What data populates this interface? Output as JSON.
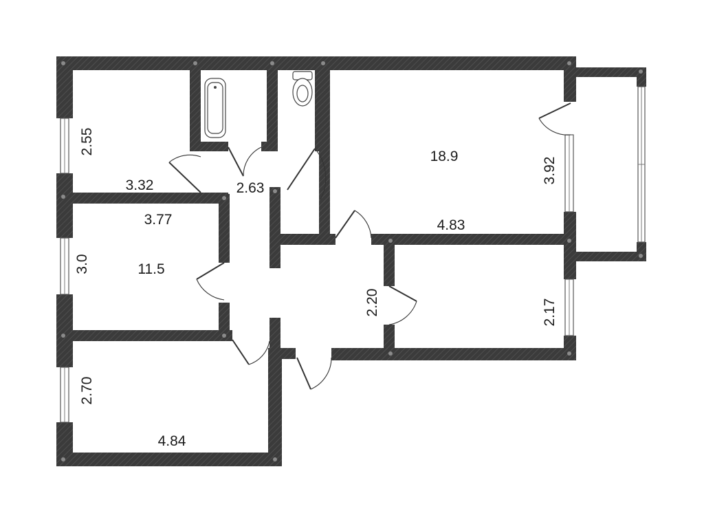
{
  "labels": {
    "room_top_left_height": "2.55",
    "room_top_left_width": "3.32",
    "hall_width": "2.63",
    "room_mid_left_width": "3.77",
    "room_mid_left_height": "3.0",
    "room_mid_left_area": "11.5",
    "room_bottom_left_height": "2.70",
    "room_bottom_left_width": "4.84",
    "room_large_area": "18.9",
    "room_large_height": "3.92",
    "room_large_width": "4.83",
    "corridor_width": "2.20",
    "room_right_height": "2.17"
  },
  "colors": {
    "wall": "#3b3b3b",
    "background": "#ffffff",
    "text": "#1a1a1a"
  }
}
